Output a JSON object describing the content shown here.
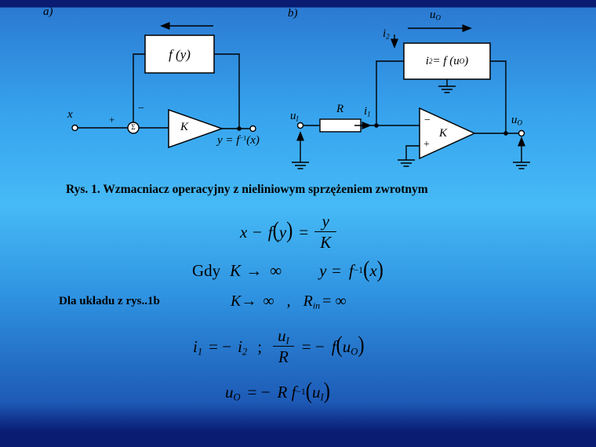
{
  "slide": {
    "fig_label_a": "a)",
    "fig_label_b": "b)",
    "caption": "Rys. 1. Wzmacniacz operacyjny z nieliniowym sprzężeniem zwrotnym"
  },
  "circuit_a": {
    "block_label": "f (y)",
    "input_label": "x",
    "plus": "+",
    "minus": "−",
    "sigma": "Σ",
    "gain": "K",
    "output": {
      "prefix": "y =  f",
      "sup": "−1",
      "arg": "(x)"
    }
  },
  "circuit_b": {
    "uo_top": {
      "u": "u",
      "sub": "O"
    },
    "i2": {
      "i": "i",
      "sub": "2"
    },
    "block": {
      "i": "i",
      "i_sub": "2",
      "eq": " =  f (",
      "u": "u",
      "u_sub": "O",
      "close": ")"
    },
    "ui": {
      "u": "u",
      "sub": "I"
    },
    "resistor": "R",
    "i1": {
      "i": "i",
      "sub": "1"
    },
    "minus": "−",
    "plus": "+",
    "gain": "K",
    "uo_out": {
      "u": "u",
      "sub": "O"
    }
  },
  "math": {
    "f1": {
      "lhs": "x −",
      "f": "f",
      "open": "(",
      "arg": "y",
      "close": ")",
      "eq": "=",
      "num": "y",
      "den": "K"
    },
    "f2": {
      "gdy": "Gdy",
      "k": "K",
      "arrow": "→",
      "inf": "∞",
      "lhs": "y =",
      "f": "f",
      "sup": "−1",
      "open": "(",
      "arg": "x",
      "close": ")"
    },
    "f3": {
      "label": "Dla układu z rys..1b",
      "k": "K",
      "arrow": "→",
      "inf": "∞",
      "comma": ",",
      "r": "R",
      "sub": "in",
      "eq": "=",
      "inf2": "∞"
    },
    "f4": {
      "i": "i",
      "sub1": "1",
      "eq1": "= −",
      "i2": "i",
      "sub2": "2",
      "semi": ";",
      "num_u": "u",
      "num_sub": "I",
      "den": "R",
      "eq2": "= −",
      "f": "f",
      "open": "(",
      "u": "u",
      "u_sub": "O",
      "close": ")"
    },
    "f5": {
      "u": "u",
      "sub": "O",
      "eq": "= −",
      "rf": "R f",
      "sup": "−1",
      "open": "(",
      "u2": "u",
      "u2_sub": "I",
      "close": ")"
    }
  }
}
